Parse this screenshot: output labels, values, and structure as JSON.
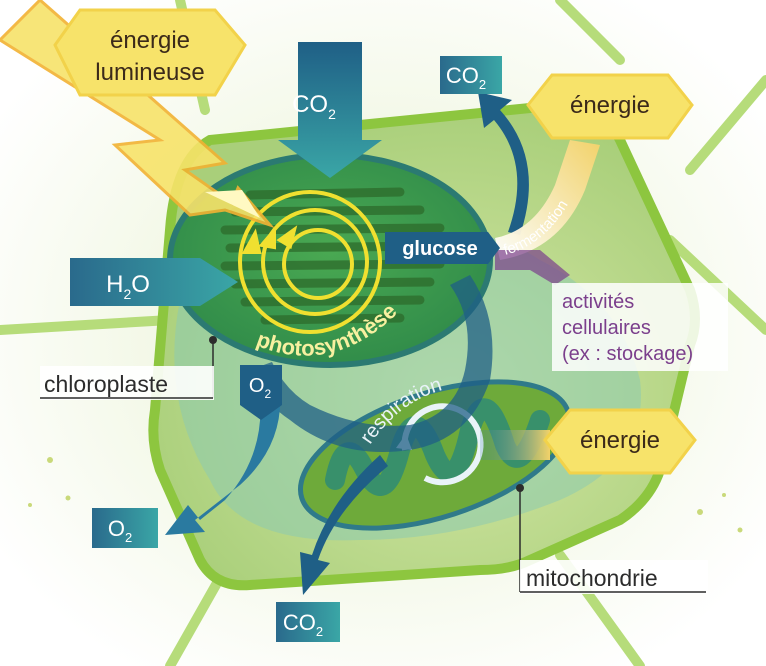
{
  "inputs": {
    "light_energy_line1": "énergie",
    "light_energy_line2": "lumineuse",
    "co2_top_main": "CO",
    "co2_top_sub": "2",
    "h2o_main_a": "H",
    "h2o_sub": "2",
    "h2o_main_b": "O"
  },
  "processes": {
    "photosynthesis": "photosynthèse",
    "respiration": "respiration",
    "fermentation": "fermentation"
  },
  "molecules": {
    "glucose": "glucose",
    "o2_inner_main": "O",
    "o2_inner_sub": "2"
  },
  "outputs": {
    "co2_fermentation_main": "CO",
    "co2_fermentation_sub": "2",
    "energy_fermentation": "énergie",
    "energy_respiration": "énergie",
    "o2_out_main": "O",
    "o2_out_sub": "2",
    "co2_respiration_main": "CO",
    "co2_respiration_sub": "2",
    "cell_activities_line1": "activités",
    "cell_activities_line2": "cellulaires",
    "cell_activities_line3": "(ex : stockage)"
  },
  "organelles": {
    "chloroplast": "chloroplaste",
    "mitochondrion": "mitochondrie"
  },
  "colors": {
    "cell_wall": "#8dc63f",
    "cytoplasm": "#cfe3a0",
    "vacuole": "#7fc4b4",
    "chloroplast": "#3e9a4a",
    "thylakoid": "#2d6b2b",
    "mitochondrion": "#6eaa3a",
    "arrow_blue": "#1f5f86",
    "label_teal": "#2f8c98",
    "energy_yellow": "#f7e36a",
    "photosynthesis_yellow": "#f0e030",
    "activity_purple": "#7b3f8c"
  }
}
